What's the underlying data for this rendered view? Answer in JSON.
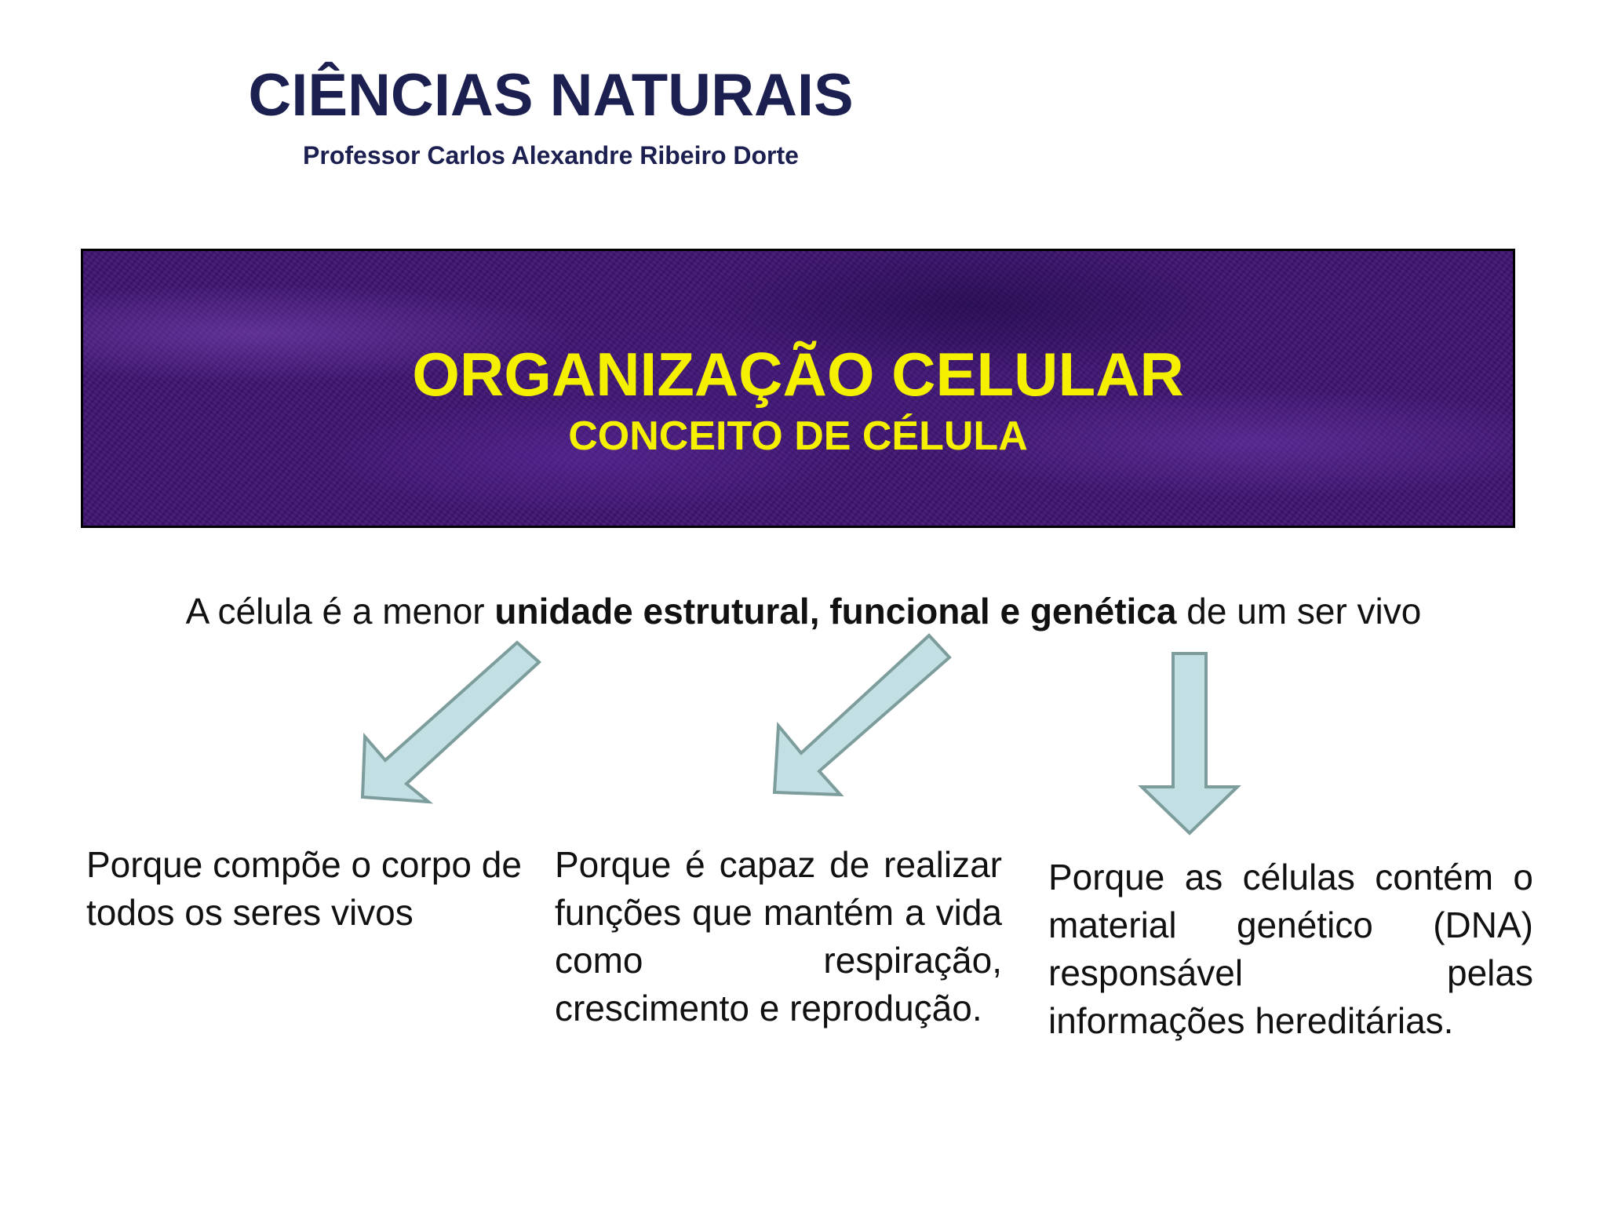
{
  "header": {
    "title": "CIÊNCIAS NATURAIS",
    "subtitle": "Professor Carlos Alexandre Ribeiro Dorte"
  },
  "banner": {
    "title": "ORGANIZAÇÃO CELULAR",
    "subtitle": "CONCEITO DE CÉLULA"
  },
  "definition": {
    "prefix": "A célula é a menor ",
    "emphasis": "unidade estrutural, funcional e genética",
    "suffix": " de um ser vivo"
  },
  "explanations": [
    {
      "text": "Porque compõe o corpo de todos os seres vivos"
    },
    {
      "text": "Porque é capaz de realizar funções que mantém a vida como respiração, crescimento e reprodução."
    },
    {
      "text": "Porque as células contém o material genético (DNA) responsável pelas informações hereditárias."
    }
  ],
  "colors": {
    "header_text": "#1c2050",
    "banner_background": "#3e1471",
    "banner_text": "#f4f000",
    "arrow_fill": "#c2e0e3",
    "arrow_stroke": "#7d9c9c"
  }
}
